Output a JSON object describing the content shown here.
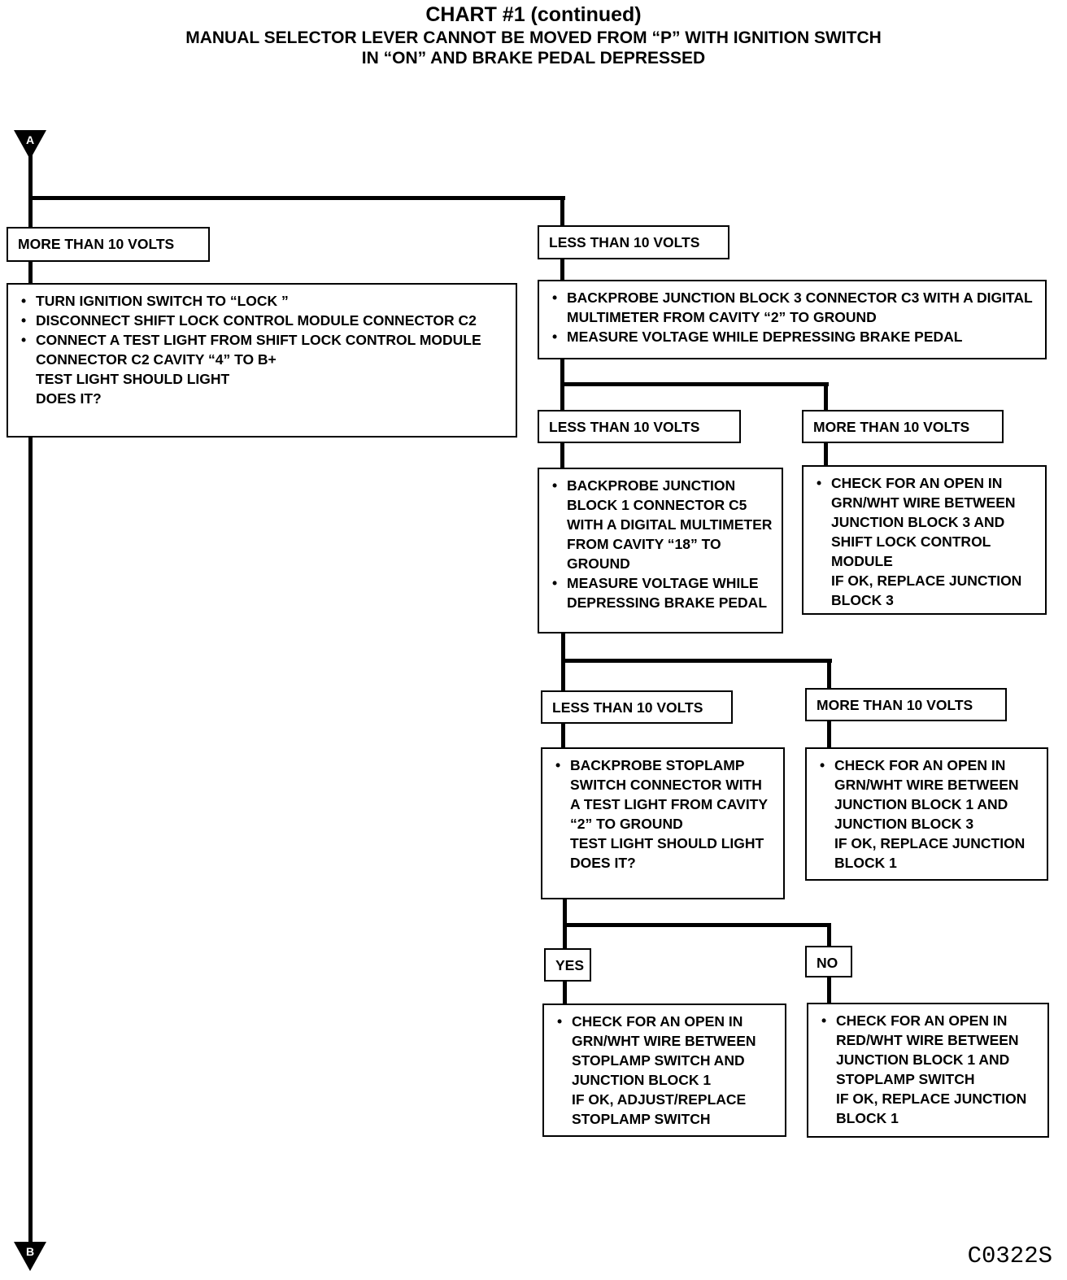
{
  "header": {
    "title": "CHART #1 (continued)",
    "subtitle_line1": "MANUAL SELECTOR LEVER CANNOT BE MOVED FROM “P” WITH IGNITION SWITCH",
    "subtitle_line2": "IN “ON” AND BRAKE PEDAL DEPRESSED"
  },
  "markers": {
    "start": "A",
    "end": "B"
  },
  "left_branch": {
    "label": "MORE THAN 10 VOLTS",
    "steps": [
      "TURN IGNITION SWITCH TO “LOCK ”",
      "DISCONNECT SHIFT LOCK CONTROL MODULE CONNECTOR C2",
      "CONNECT A TEST LIGHT FROM SHIFT LOCK CONTROL MODULE CONNECTOR C2 CAVITY “4” TO B+"
    ],
    "notes": [
      "TEST LIGHT SHOULD LIGHT",
      "DOES IT?"
    ]
  },
  "right_branch": {
    "label": "LESS THAN 10 VOLTS",
    "steps": [
      "BACKPROBE JUNCTION BLOCK 3 CONNECTOR C3 WITH A DIGITAL MULTIMETER FROM CAVITY “2” TO GROUND",
      "MEASURE VOLTAGE WHILE DEPRESSING BRAKE PEDAL"
    ]
  },
  "level2": {
    "less": {
      "label": "LESS THAN 10 VOLTS",
      "steps": [
        "BACKPROBE JUNCTION BLOCK 1 CONNECTOR C5 WITH A DIGITAL MULTIMETER FROM CAVITY “18” TO GROUND",
        "MEASURE VOLTAGE WHILE DEPRESSING BRAKE PEDAL"
      ]
    },
    "more": {
      "label": "MORE THAN 10 VOLTS",
      "steps": [
        "CHECK FOR AN OPEN IN GRN/WHT WIRE BETWEEN JUNCTION BLOCK 3 AND SHIFT LOCK CONTROL MODULE"
      ],
      "notes": [
        "IF OK, REPLACE JUNCTION BLOCK 3"
      ]
    }
  },
  "level3": {
    "less": {
      "label": "LESS THAN 10 VOLTS",
      "steps": [
        "BACKPROBE STOPLAMP SWITCH CONNECTOR WITH A TEST LIGHT FROM CAVITY “2” TO GROUND"
      ],
      "notes": [
        "TEST LIGHT SHOULD LIGHT",
        "DOES IT?"
      ]
    },
    "more": {
      "label": "MORE THAN 10 VOLTS",
      "steps": [
        "CHECK FOR AN OPEN IN GRN/WHT WIRE BETWEEN JUNCTION BLOCK 1 AND JUNCTION BLOCK 3"
      ],
      "notes": [
        "IF OK, REPLACE JUNCTION BLOCK 1"
      ]
    }
  },
  "level4": {
    "yes": {
      "label": "YES",
      "steps": [
        "CHECK FOR AN OPEN IN GRN/WHT WIRE BETWEEN STOPLAMP SWITCH AND JUNCTION BLOCK 1"
      ],
      "notes": [
        "IF OK, ADJUST/REPLACE STOPLAMP SWITCH"
      ]
    },
    "no": {
      "label": "NO",
      "steps": [
        "CHECK FOR AN OPEN IN RED/WHT WIRE BETWEEN JUNCTION BLOCK 1 AND STOPLAMP SWITCH"
      ],
      "notes": [
        "IF OK, REPLACE JUNCTION BLOCK 1"
      ]
    }
  },
  "figure_code": "C0322S"
}
